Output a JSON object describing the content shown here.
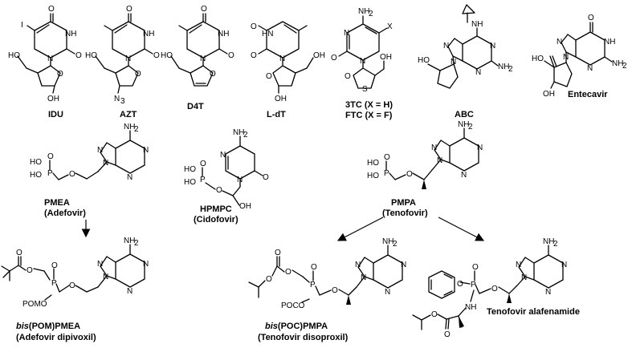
{
  "atoms": {
    "O": "O",
    "N": "N",
    "H": "H",
    "S": "S",
    "P": "P",
    "I": "I",
    "X": "X",
    "OH": "OH",
    "HO": "HO",
    "NH": "NH",
    "NH2": "NH",
    "N3": "N",
    "POMO": "POMO",
    "POCO": "POCO"
  },
  "compounds": {
    "idu": {
      "name": "IDU"
    },
    "azt": {
      "name": "AZT"
    },
    "d4t": {
      "name": "D4T"
    },
    "ldt": {
      "name": "L-dT"
    },
    "tc3": {
      "name": "3TC (X = H)"
    },
    "ftc": {
      "name": "FTC (X = F)"
    },
    "abc": {
      "name": "ABC"
    },
    "entecavir": {
      "name": "Entecavir"
    },
    "pmea": {
      "name": "PMEA",
      "subname": "(Adefovir)"
    },
    "hpmpc": {
      "name": "HPMPC",
      "subname": "(Cidofovir)"
    },
    "pmpa": {
      "name": "PMPA",
      "subname": "(Tenofovir)"
    },
    "bispom": {
      "name_italic": "bis",
      "name": "(POM)PMEA",
      "subname": "(Adefovir dipivoxil)"
    },
    "bispoc": {
      "name_italic": "bis",
      "name": "(POC)PMPA",
      "subname": "(Tenofovir disoproxil)"
    },
    "taf": {
      "name": "Tenofovir alafenamide"
    }
  }
}
